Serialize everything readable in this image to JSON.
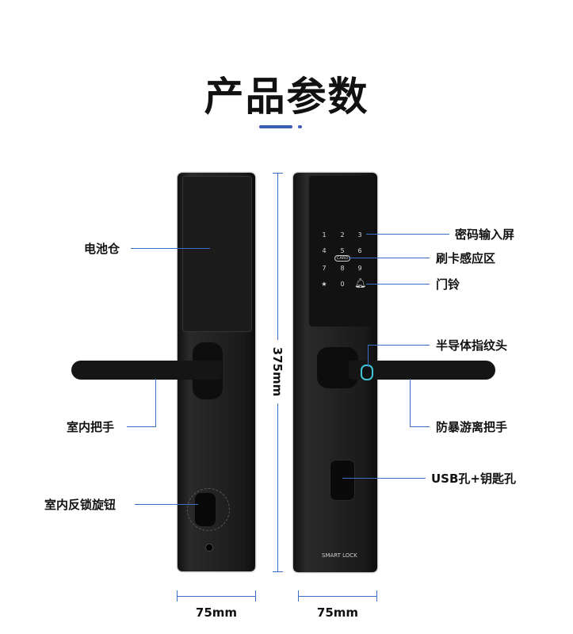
{
  "title": "产品参数",
  "accent_color": "#3b5fb5",
  "labels": {
    "battery": "电池仓",
    "indoor_handle": "室内把手",
    "indoor_knob": "室内反锁旋钮",
    "password_screen": "密码输入屏",
    "card_area": "刷卡感应区",
    "doorbell": "门铃",
    "fingerprint": "半导体指纹头",
    "outdoor_handle": "防暴游离把手",
    "usb_key": "USB孔+钥匙孔"
  },
  "dimensions": {
    "height": "375mm",
    "width_left": "75mm",
    "width_right": "75mm"
  },
  "keypad": [
    "1",
    "2",
    "3",
    "4",
    "5",
    "6",
    "7",
    "8",
    "9",
    "★",
    "0"
  ],
  "card_label": "CARD",
  "brand": "SMART LOCK"
}
